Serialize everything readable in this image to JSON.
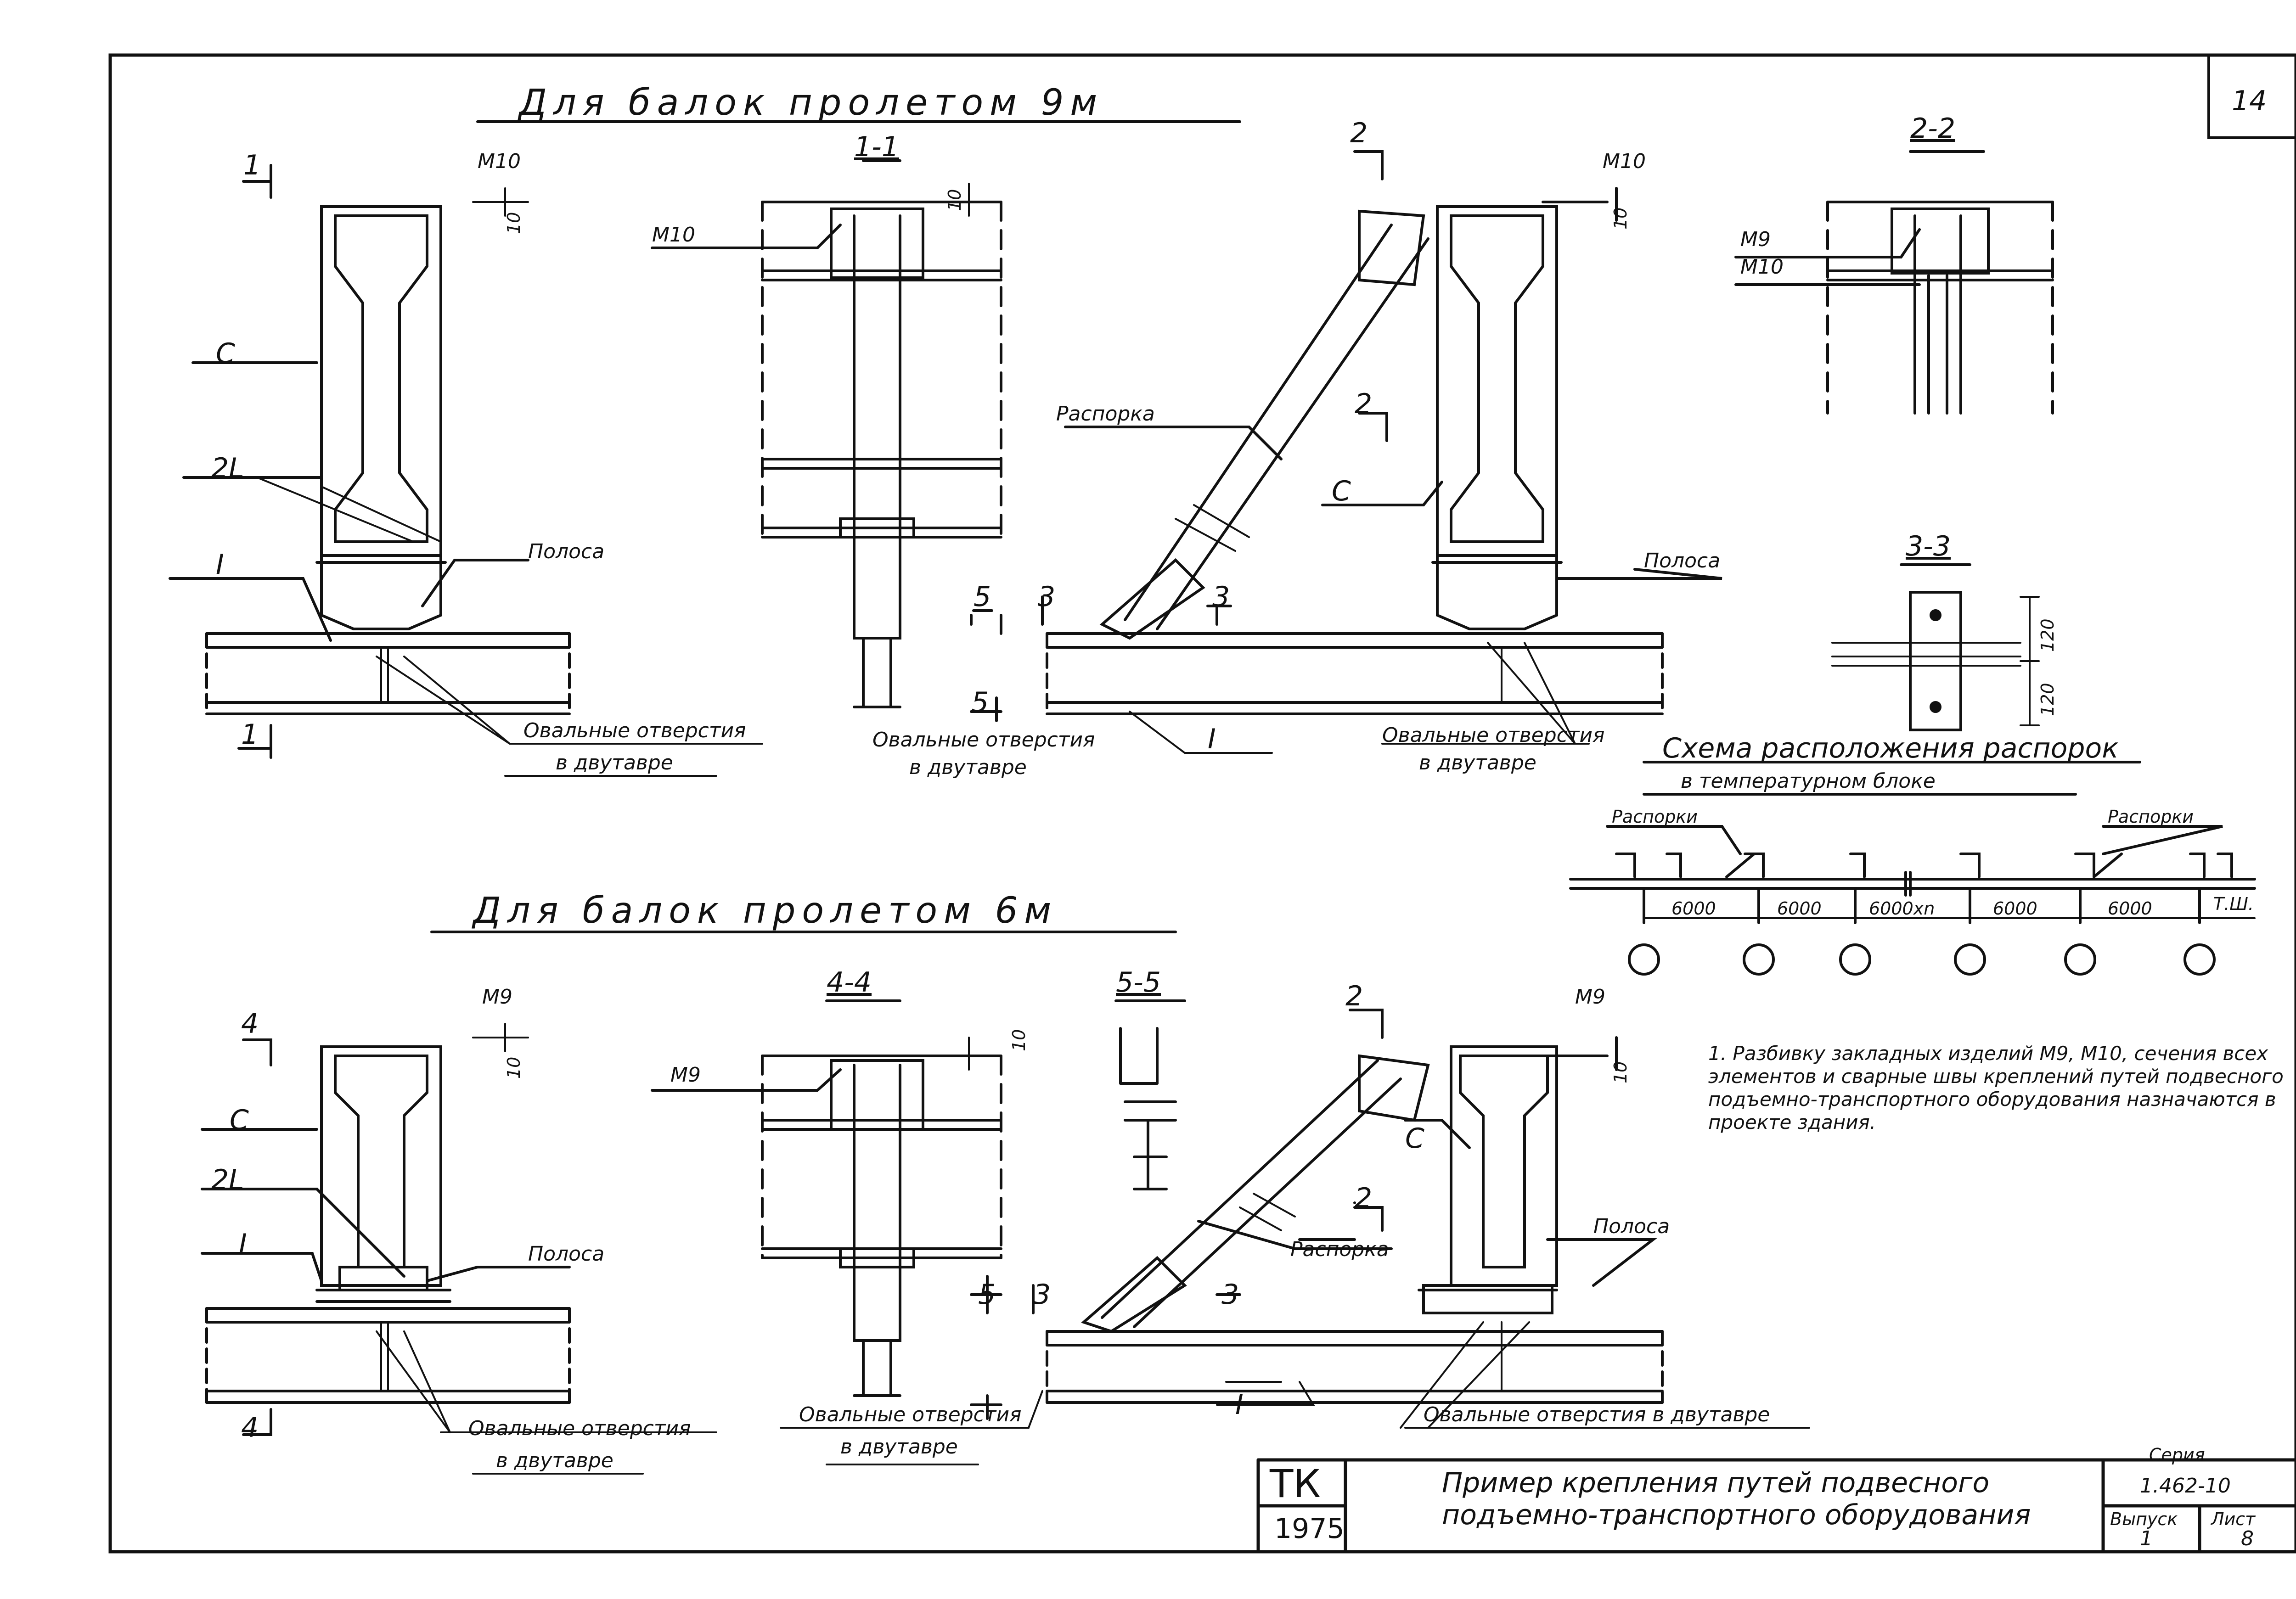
{
  "sheet": {
    "page_number": "14",
    "title_9m": "Для балок пролетом 9м",
    "title_6m": "Для балок пролетом 6м"
  },
  "labels": {
    "m10": "M10",
    "m9": "M9",
    "m9_m10_top": "M9",
    "m9_m10_bottom": "M10",
    "c": "С",
    "two_l": "2L",
    "i_beam": "I",
    "polosa": "Полоса",
    "raspornka": "Распорка",
    "raspornki": "Распорки",
    "dim_10": "10",
    "dim_120": "120",
    "oval_line1": "Овальные отверстия",
    "oval_line2": "в двутавре",
    "oval_one_line": "Овальные отверстия в двутавре",
    "mark_1": "1",
    "mark_2": "2",
    "mark_3": "3",
    "mark_4": "4",
    "mark_5": "5"
  },
  "sections": {
    "s11": "1-1",
    "s22": "2-2",
    "s33": "3-3",
    "s44": "4-4",
    "s55": "5-5"
  },
  "scheme": {
    "title_line1": "Схема расположения распорок",
    "title_line2": "в температурном блоке",
    "spans": [
      "6000",
      "6000",
      "6000xn",
      "6000",
      "6000"
    ],
    "joint_label": "Т.Ш."
  },
  "note": "1. Разбивку закладных изделий М9, М10, сечения всех элементов и сварные швы креплений путей подвесного подъемно-транспортного оборудования назначаются в проекте здания.",
  "title_block": {
    "mark": "ТК",
    "year": "1975",
    "title_line1": "Пример крепления путей подвесного",
    "title_line2": "подъемно-транспортного оборудования",
    "series_label": "Серия",
    "series_value": "1.462-10",
    "issue_label": "Выпуск",
    "issue_value": "1",
    "sheet_label": "Лист",
    "sheet_value": "8"
  },
  "colors": {
    "ink": "#111111",
    "paper": "#ffffff"
  }
}
